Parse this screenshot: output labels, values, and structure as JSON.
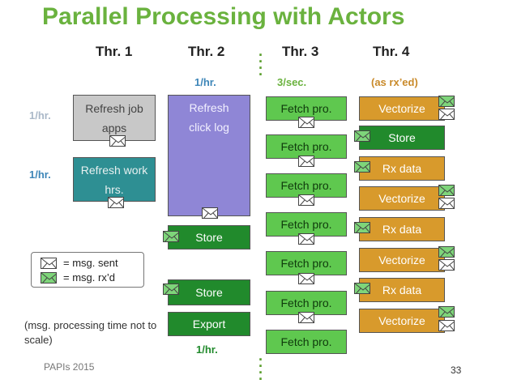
{
  "title": "Parallel Processing with Actors",
  "threads": [
    "Thr. 1",
    "Thr. 2",
    "Thr. 3",
    "Thr. 4"
  ],
  "rates": {
    "thr2": "1/hr.",
    "thr3": "3/sec.",
    "thr4": "(as rx’ed)",
    "refresh_job": "1/hr.",
    "refresh_work": "1/hr.",
    "export": "1/hr."
  },
  "colors": {
    "title": "#6ab23e",
    "rate_blue": "#3d86b8",
    "rate_green": "#6ab23e",
    "rate_orange": "#c98a2a"
  },
  "thread1": {
    "refresh_job": "Refresh job apps",
    "refresh_work": "Refresh work hrs."
  },
  "thread2": {
    "refresh_click": "Refresh click log",
    "store1": "Store",
    "store2": "Store",
    "export": "Export"
  },
  "thread3": {
    "fetch": [
      "Fetch pro.",
      "Fetch pro.",
      "Fetch pro.",
      "Fetch pro.",
      "Fetch pro.",
      "Fetch pro.",
      "Fetch pro."
    ]
  },
  "thread4": {
    "items": [
      "Vectorize",
      "Store",
      "Rx data",
      "Vectorize",
      "Rx data",
      "Vectorize",
      "Rx data",
      "Vectorize"
    ]
  },
  "legend": {
    "sent": "= msg. sent",
    "received": "= msg. rx’d"
  },
  "note": "(msg. processing time not to scale)",
  "footer": {
    "conference": "PAPIs 2015",
    "page": "33"
  }
}
